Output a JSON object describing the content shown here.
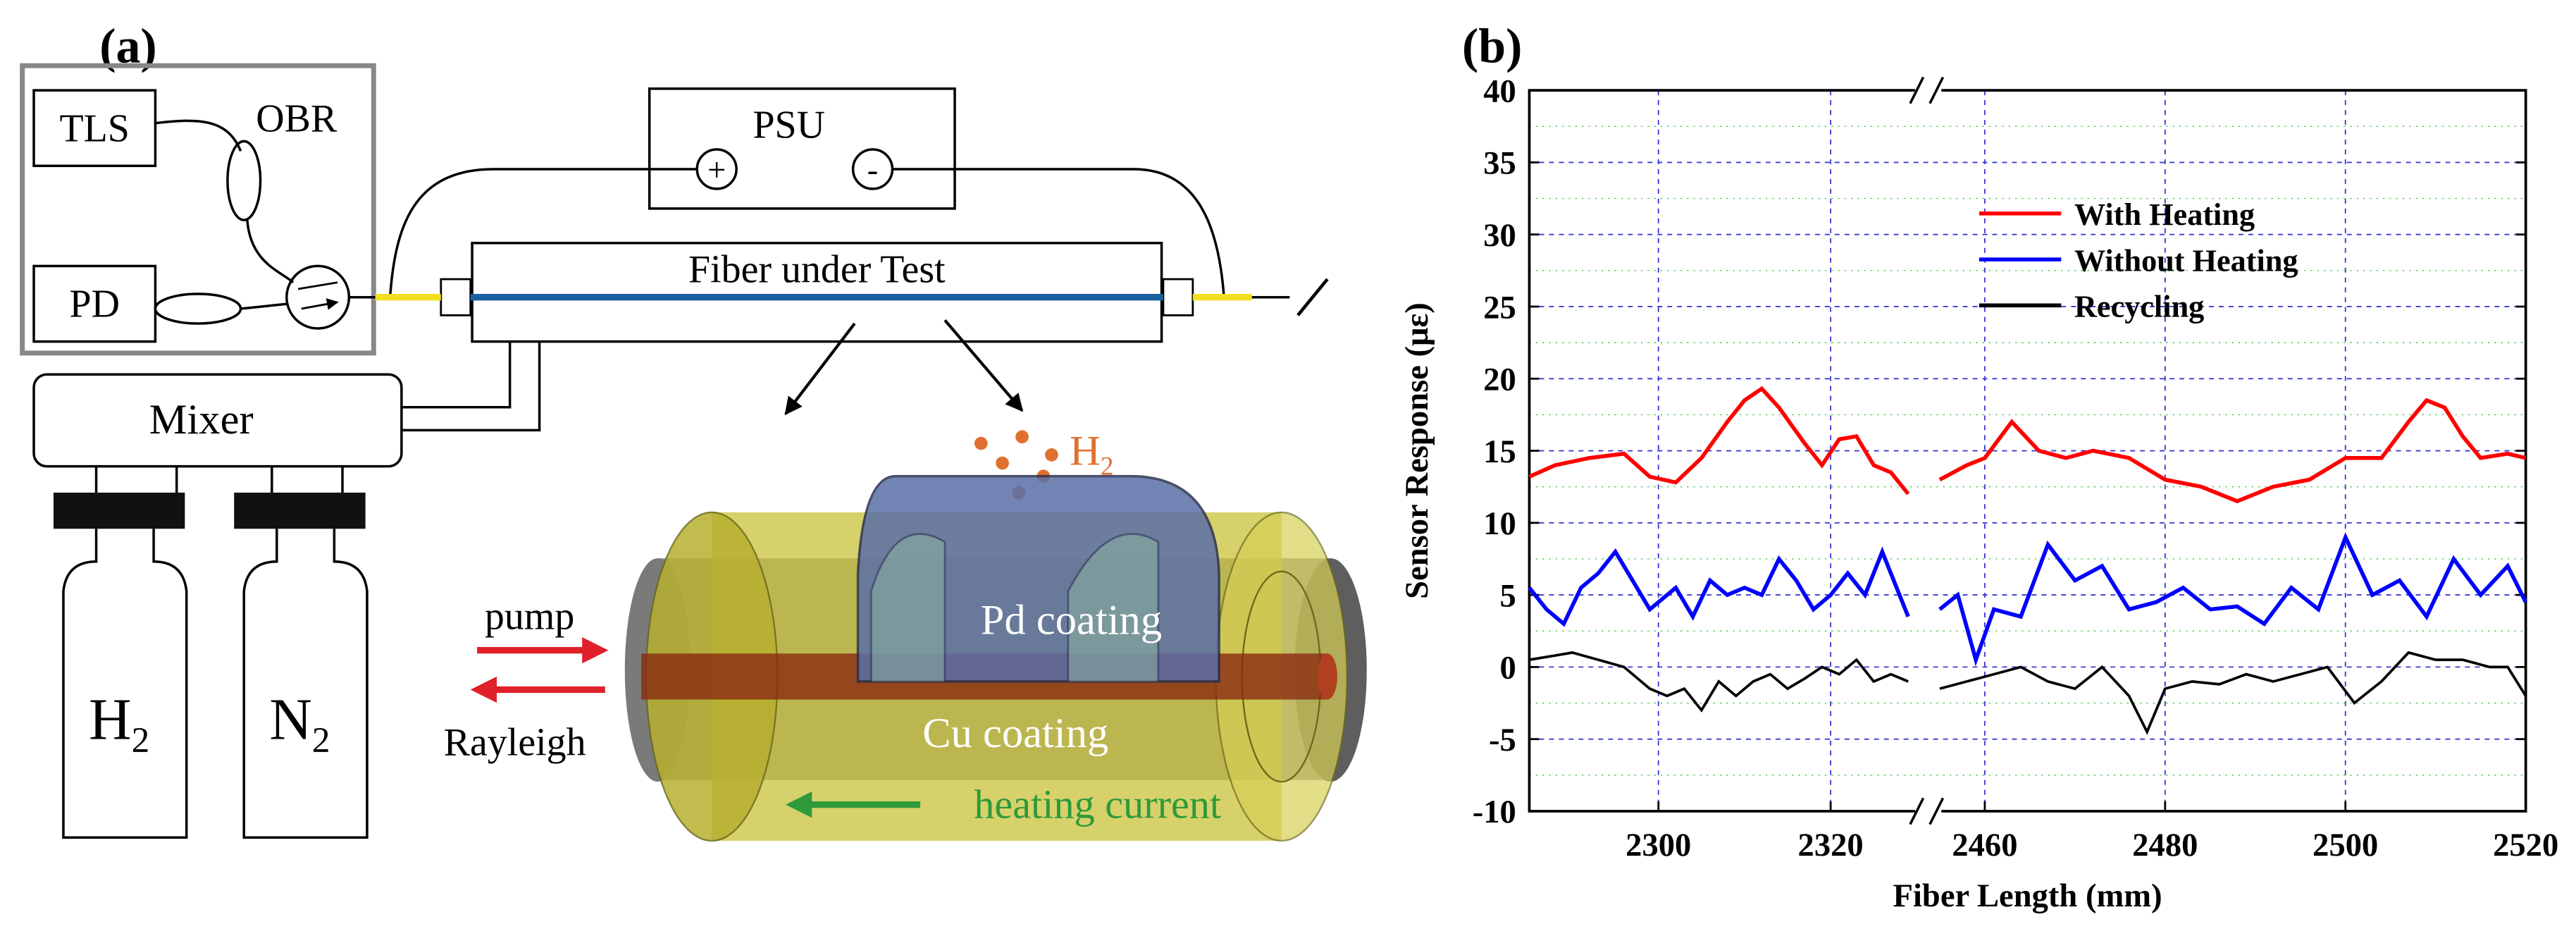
{
  "panel_a": {
    "label": "(a)",
    "tls": "TLS",
    "obr": "OBR",
    "pd": "PD",
    "psu": "PSU",
    "plus": "+",
    "minus": "-",
    "fiber_under_test": "Fiber under Test",
    "mixer": "Mixer",
    "h2_bottle": "H",
    "h2_sub": "2",
    "n2_bottle": "N",
    "n2_sub": "2",
    "h2_gas": "H",
    "h2_gas_sub": "2",
    "pump": "pump",
    "rayleigh": "Rayleigh",
    "pd_coating": "Pd coating",
    "cu_coating": "Cu coating",
    "heating_current": "heating current",
    "colors": {
      "pump_arrow": "#e0202a",
      "heating_arrow": "#2e9a3a",
      "h2_gas": "#e07030",
      "cu_body": "#c9c23a",
      "pd_body": "#5a6fa8",
      "core": "#8a2a10",
      "fiber_blue": "#1a5fa0",
      "fiber_yellow": "#f2e020"
    }
  },
  "panel_b": {
    "label": "(b)",
    "chart_data": {
      "type": "line",
      "xlabel": "Fiber Length (mm)",
      "ylabel": "Sensor Response (με)",
      "ylim": [
        -10,
        40
      ],
      "yticks": [
        "40",
        "35",
        "30",
        "25",
        "20",
        "15",
        "10",
        "5",
        "0",
        "-5",
        "-10"
      ],
      "x_axis_broken": true,
      "x_segments": [
        {
          "range": [
            2285,
            2330
          ],
          "ticks": [
            "2300",
            "2320"
          ]
        },
        {
          "range": [
            2455,
            2520
          ],
          "ticks": [
            "2460",
            "2480",
            "2500",
            "2520"
          ]
        }
      ],
      "grid": true,
      "legend_position": "top-right",
      "series": [
        {
          "name": "With Heating",
          "color": "#ff0000",
          "segment1": [
            [
              2285,
              13.2
            ],
            [
              2288,
              14
            ],
            [
              2292,
              14.5
            ],
            [
              2296,
              14.8
            ],
            [
              2299,
              13.2
            ],
            [
              2302,
              12.8
            ],
            [
              2305,
              14.5
            ],
            [
              2308,
              17
            ],
            [
              2310,
              18.5
            ],
            [
              2312,
              19.3
            ],
            [
              2314,
              18
            ],
            [
              2317,
              15.5
            ],
            [
              2319,
              14
            ],
            [
              2321,
              15.8
            ],
            [
              2323,
              16
            ],
            [
              2325,
              14
            ],
            [
              2327,
              13.5
            ],
            [
              2329,
              12
            ]
          ],
          "segment2": [
            [
              2455,
              13
            ],
            [
              2458,
              14
            ],
            [
              2460,
              14.5
            ],
            [
              2463,
              17
            ],
            [
              2466,
              15
            ],
            [
              2469,
              14.5
            ],
            [
              2472,
              15
            ],
            [
              2476,
              14.5
            ],
            [
              2480,
              13
            ],
            [
              2484,
              12.5
            ],
            [
              2488,
              11.5
            ],
            [
              2492,
              12.5
            ],
            [
              2496,
              13
            ],
            [
              2500,
              14.5
            ],
            [
              2504,
              14.5
            ],
            [
              2507,
              17
            ],
            [
              2509,
              18.5
            ],
            [
              2511,
              18
            ],
            [
              2513,
              16
            ],
            [
              2515,
              14.5
            ],
            [
              2518,
              14.8
            ],
            [
              2520,
              14.5
            ]
          ]
        },
        {
          "name": "Without Heating",
          "color": "#0000ff",
          "segment1": [
            [
              2285,
              5.5
            ],
            [
              2287,
              4
            ],
            [
              2289,
              3
            ],
            [
              2291,
              5.5
            ],
            [
              2293,
              6.5
            ],
            [
              2295,
              8
            ],
            [
              2297,
              6
            ],
            [
              2299,
              4
            ],
            [
              2302,
              5.5
            ],
            [
              2304,
              3.5
            ],
            [
              2306,
              6
            ],
            [
              2308,
              5
            ],
            [
              2310,
              5.5
            ],
            [
              2312,
              5
            ],
            [
              2314,
              7.5
            ],
            [
              2316,
              6
            ],
            [
              2318,
              4
            ],
            [
              2320,
              5
            ],
            [
              2322,
              6.5
            ],
            [
              2324,
              5
            ],
            [
              2326,
              8
            ],
            [
              2328,
              5
            ],
            [
              2329,
              3.5
            ]
          ],
          "segment2": [
            [
              2455,
              4
            ],
            [
              2457,
              5
            ],
            [
              2459,
              0.5
            ],
            [
              2461,
              4
            ],
            [
              2464,
              3.5
            ],
            [
              2467,
              8.5
            ],
            [
              2470,
              6
            ],
            [
              2473,
              7
            ],
            [
              2476,
              4
            ],
            [
              2479,
              4.5
            ],
            [
              2482,
              5.5
            ],
            [
              2485,
              4
            ],
            [
              2488,
              4.2
            ],
            [
              2491,
              3
            ],
            [
              2494,
              5.5
            ],
            [
              2497,
              4
            ],
            [
              2500,
              9
            ],
            [
              2503,
              5
            ],
            [
              2506,
              6
            ],
            [
              2509,
              3.5
            ],
            [
              2512,
              7.5
            ],
            [
              2515,
              5
            ],
            [
              2518,
              7
            ],
            [
              2520,
              4.5
            ]
          ]
        },
        {
          "name": "Recycling",
          "color": "#000000",
          "segment1": [
            [
              2285,
              0.5
            ],
            [
              2288,
              0.8
            ],
            [
              2290,
              1
            ],
            [
              2293,
              0.5
            ],
            [
              2296,
              0
            ],
            [
              2299,
              -1.5
            ],
            [
              2301,
              -2
            ],
            [
              2303,
              -1.5
            ],
            [
              2305,
              -3
            ],
            [
              2307,
              -1
            ],
            [
              2309,
              -2
            ],
            [
              2311,
              -1
            ],
            [
              2313,
              -0.5
            ],
            [
              2315,
              -1.5
            ],
            [
              2317,
              -0.8
            ],
            [
              2319,
              0
            ],
            [
              2321,
              -0.5
            ],
            [
              2323,
              0.5
            ],
            [
              2325,
              -1
            ],
            [
              2327,
              -0.5
            ],
            [
              2329,
              -1
            ]
          ],
          "segment2": [
            [
              2455,
              -1.5
            ],
            [
              2458,
              -1
            ],
            [
              2461,
              -0.5
            ],
            [
              2464,
              0
            ],
            [
              2467,
              -1
            ],
            [
              2470,
              -1.5
            ],
            [
              2473,
              0
            ],
            [
              2476,
              -2
            ],
            [
              2478,
              -4.5
            ],
            [
              2480,
              -1.5
            ],
            [
              2483,
              -1
            ],
            [
              2486,
              -1.2
            ],
            [
              2489,
              -0.5
            ],
            [
              2492,
              -1
            ],
            [
              2495,
              -0.5
            ],
            [
              2498,
              0
            ],
            [
              2501,
              -2.5
            ],
            [
              2504,
              -1
            ],
            [
              2507,
              1
            ],
            [
              2510,
              0.5
            ],
            [
              2513,
              0.5
            ],
            [
              2516,
              0
            ],
            [
              2518,
              0
            ],
            [
              2520,
              -2
            ]
          ]
        }
      ]
    }
  }
}
